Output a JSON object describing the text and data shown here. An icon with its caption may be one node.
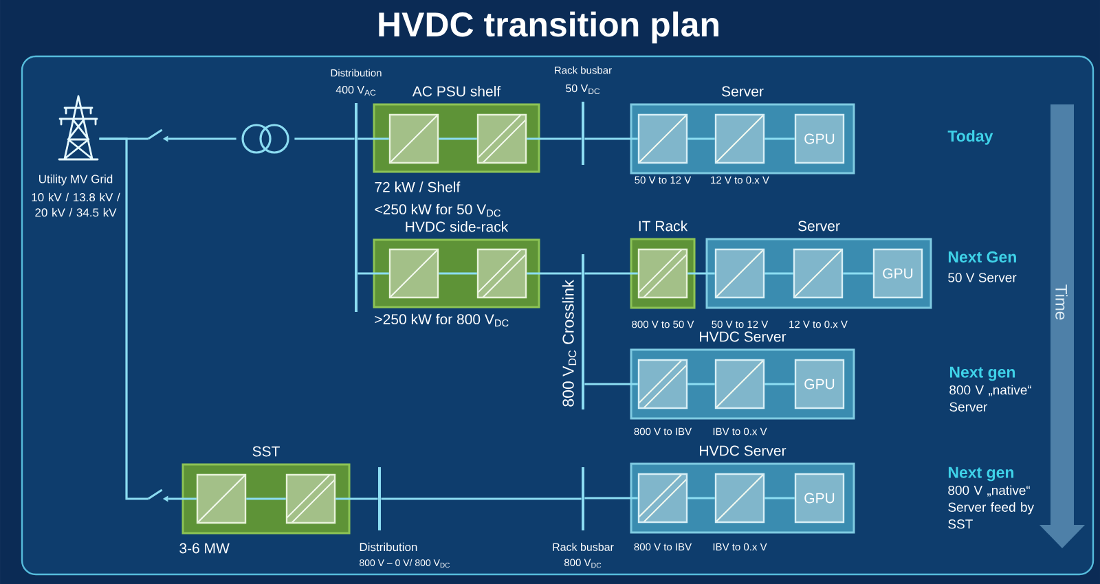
{
  "diagram": {
    "title": "HVDC transition plan",
    "nodes": [
      {
        "text": [],
        "shape": "picture",
        "beside": [
          "Utility MV Grid",
          "10 kV / 13.8 kV / 20 kV / 34.5 kV"
        ]
      },
      {
        "text": [],
        "shape": "switch"
      },
      {
        "text": [],
        "shape": "transformer"
      },
      {
        "text": [],
        "shape": "bar",
        "beside": [
          "Distribution",
          "400 V$_{AC}$"
        ]
      },
      {
        "text": [
          "AC PSU shelf"
        ],
        "beside": [
          "72 kW / Shelf",
          "<250 kW for 50 V$_{DC}$"
        ]
      },
      {
        "text": [],
        "shape": "box",
        "in": 4
      },
      {
        "text": [],
        "shape": "box",
        "in": 4
      },
      {
        "text": [],
        "shape": "bar",
        "beside": [
          "Rack busbar",
          "50 V$_{DC}$"
        ]
      },
      {
        "text": [
          "Server"
        ]
      },
      {
        "text": [],
        "shape": "box",
        "in": 8,
        "beside": [
          "50 V to 12 V"
        ]
      },
      {
        "text": [],
        "shape": "box",
        "in": 8,
        "beside": [
          "12 V to 0.x V"
        ]
      },
      {
        "text": [
          "GPU"
        ],
        "in": 8
      },
      {
        "text": [
          "HVDC side-rack"
        ],
        "beside": [
          ">250 kW for 800 V$_{DC}$"
        ]
      },
      {
        "text": [],
        "shape": "box",
        "in": 12
      },
      {
        "text": [],
        "shape": "box",
        "in": 12
      },
      {
        "text": [],
        "shape": "bar",
        "beside": [
          "800 V$_{DC}$ Crosslink"
        ]
      },
      {
        "text": [
          "IT Rack"
        ]
      },
      {
        "text": [],
        "shape": "box",
        "in": 16,
        "beside": [
          "800 V to 50 V"
        ]
      },
      {
        "text": [
          "Server"
        ]
      },
      {
        "text": [],
        "shape": "box",
        "in": 18,
        "beside": [
          "50 V to 12 V"
        ]
      },
      {
        "text": [],
        "shape": "box",
        "in": 18,
        "beside": [
          "12 V to 0.x V"
        ]
      },
      {
        "text": [
          "GPU"
        ],
        "in": 18
      },
      {
        "text": [
          "HVDC Server"
        ]
      },
      {
        "text": [],
        "shape": "box",
        "in": 22,
        "beside": [
          "800 V to IBV"
        ]
      },
      {
        "text": [],
        "shape": "box",
        "in": 22,
        "beside": [
          "IBV to 0.x V"
        ]
      },
      {
        "text": [
          "GPU"
        ],
        "in": 22
      },
      {
        "text": [],
        "shape": "switch"
      },
      {
        "text": [
          "SST"
        ],
        "beside": [
          "3-6 MW"
        ]
      },
      {
        "text": [],
        "shape": "box",
        "in": 27
      },
      {
        "text": [],
        "shape": "box",
        "in": 27
      },
      {
        "text": [],
        "shape": "bar",
        "beside": [
          "Distribution",
          "800 V – 0 V/ 800 V$_{DC}$"
        ]
      },
      {
        "text": [],
        "shape": "bar",
        "beside": [
          "Rack busbar",
          "800 V$_{DC}$"
        ]
      },
      {
        "text": [
          "HVDC Server"
        ]
      },
      {
        "text": [],
        "shape": "box",
        "in": 32,
        "beside": [
          "800 V to IBV"
        ]
      },
      {
        "text": [],
        "shape": "box",
        "in": 32,
        "beside": [
          "IBV to 0.x V"
        ]
      },
      {
        "text": [
          "GPU"
        ],
        "in": 32
      }
    ],
    "edges": [
      {
        "from": 0,
        "to": 1,
        "arrow": "none"
      },
      {
        "from": 1,
        "to": 2,
        "arrow": "none"
      },
      {
        "from": 2,
        "to": 3,
        "arrow": "none"
      },
      {
        "from": 3,
        "to": 5,
        "arrow": "none"
      },
      {
        "from": 5,
        "to": 6,
        "arrow": "none"
      },
      {
        "from": 6,
        "to": 7,
        "arrow": "none"
      },
      {
        "from": 7,
        "to": 9,
        "arrow": "none"
      },
      {
        "from": 9,
        "to": 10,
        "arrow": "none"
      },
      {
        "from": 10,
        "to": 11,
        "arrow": "none"
      },
      {
        "from": 3,
        "to": 13,
        "arrow": "none"
      },
      {
        "from": 13,
        "to": 14,
        "arrow": "none"
      },
      {
        "from": 14,
        "to": 15,
        "arrow": "none"
      },
      {
        "from": 15,
        "to": 17,
        "arrow": "none"
      },
      {
        "from": 17,
        "to": 19,
        "arrow": "none"
      },
      {
        "from": 19,
        "to": 20,
        "arrow": "none"
      },
      {
        "from": 20,
        "to": 21,
        "arrow": "none"
      },
      {
        "from": 15,
        "to": 23,
        "arrow": "none"
      },
      {
        "from": 23,
        "to": 24,
        "arrow": "none"
      },
      {
        "from": 24,
        "to": 25,
        "arrow": "none"
      },
      {
        "from": 0,
        "to": 26,
        "arrow": "none"
      },
      {
        "from": 26,
        "to": 28,
        "arrow": "none"
      },
      {
        "from": 28,
        "to": 29,
        "arrow": "none"
      },
      {
        "from": 29,
        "to": 30,
        "arrow": "none"
      },
      {
        "from": 30,
        "to": 31,
        "arrow": "none"
      },
      {
        "from": 31,
        "to": 33,
        "arrow": "none"
      },
      {
        "from": 33,
        "to": 34,
        "arrow": "none"
      },
      {
        "from": 34,
        "to": 35,
        "arrow": "none"
      }
    ],
    "labels": [
      "Today",
      "Next Gen",
      "50 V Server",
      "Next gen",
      "800 V „native“ Server",
      "Next gen",
      "800 V „native“ Server feed by SST",
      "Time"
    ]
  }
}
